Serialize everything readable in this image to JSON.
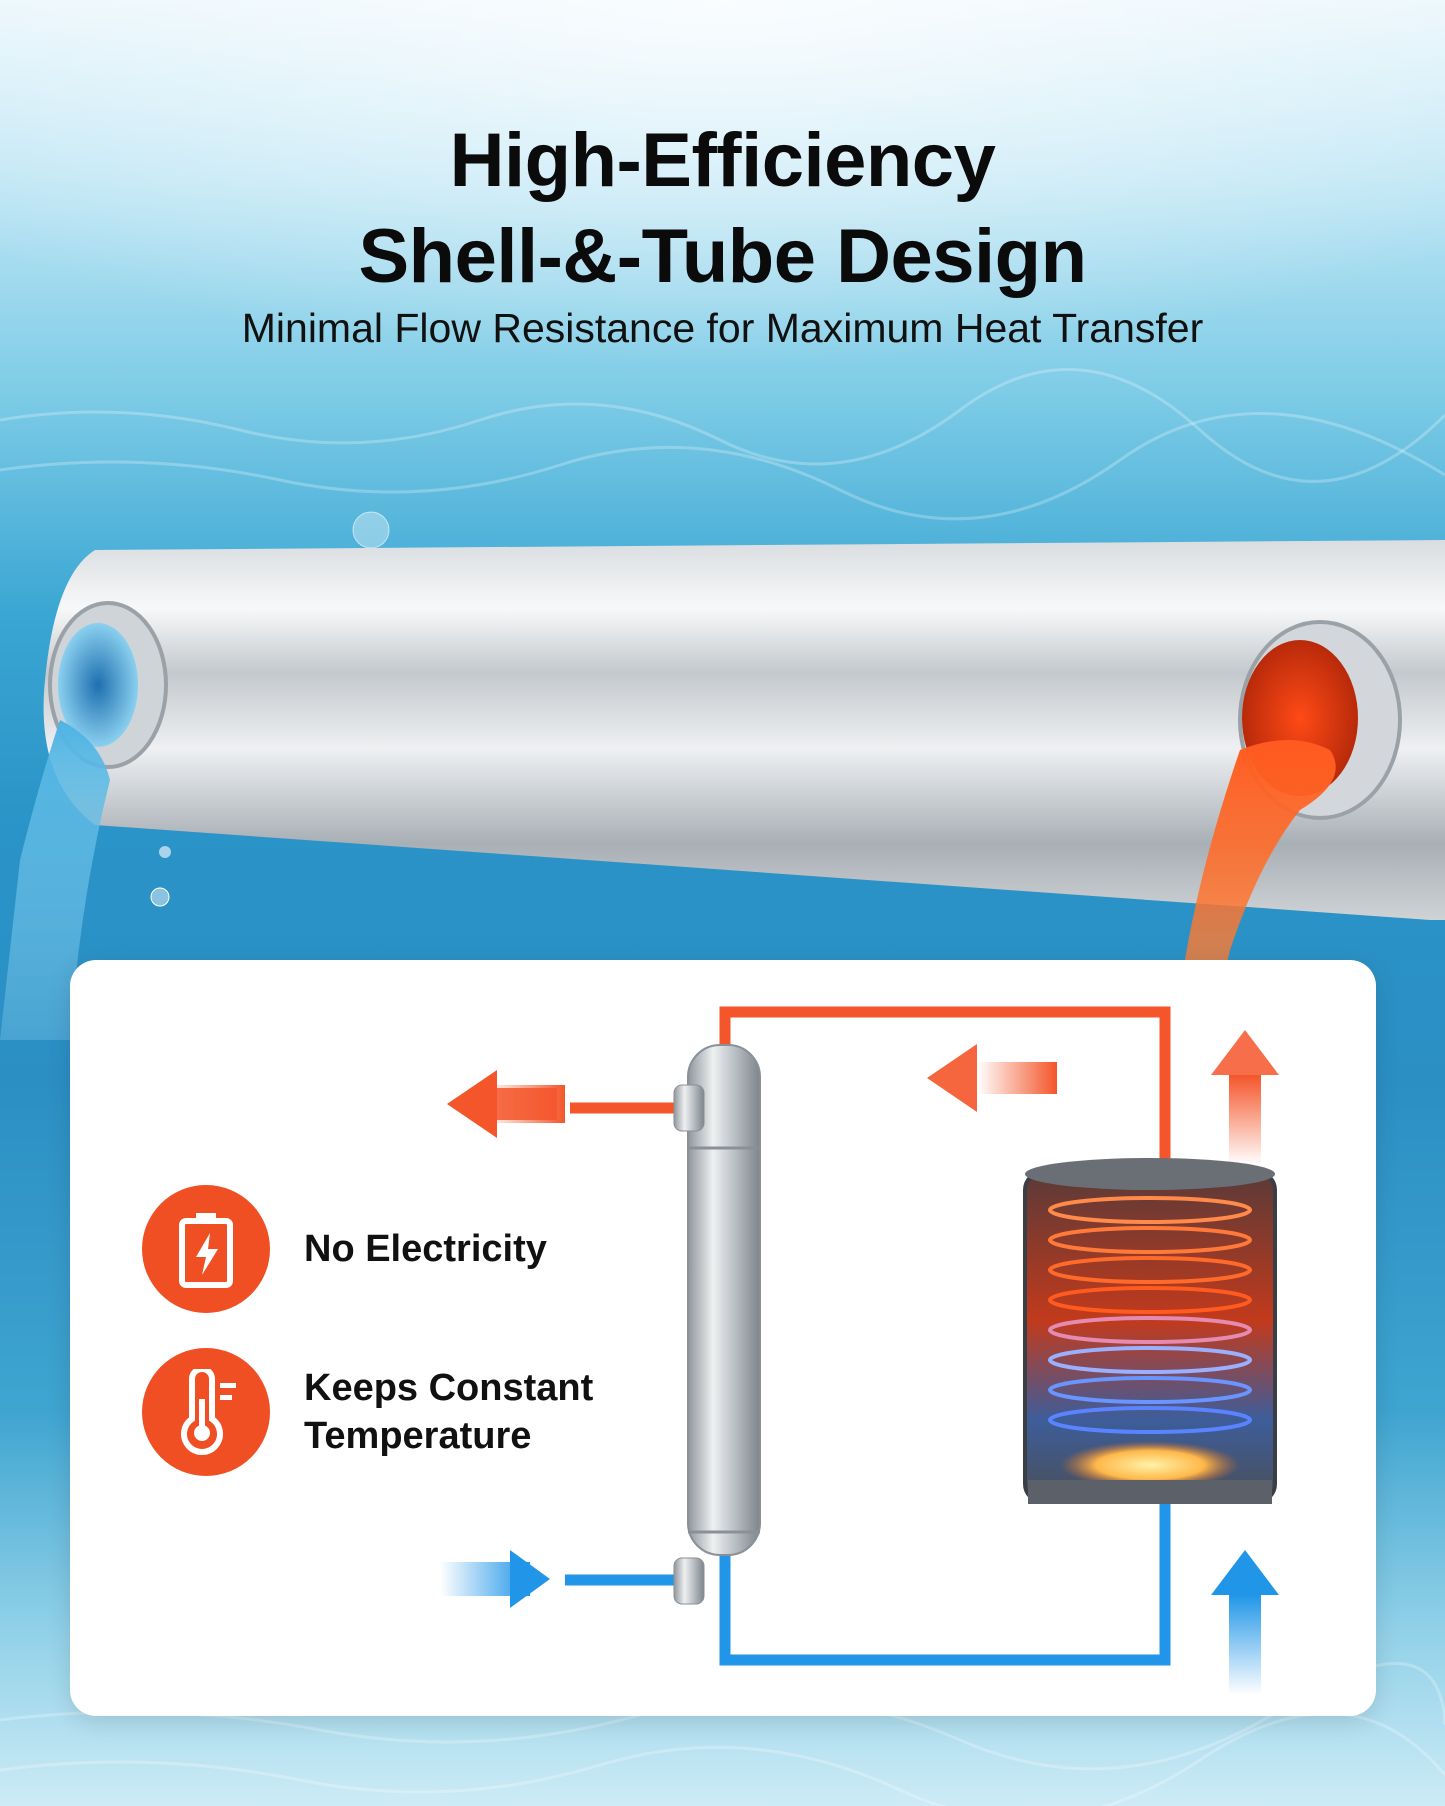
{
  "header": {
    "title_line1": "High-Efficiency",
    "title_line2": "Shell-&-Tube Design",
    "subtitle": "Minimal Flow Resistance for Maximum Heat Transfer"
  },
  "features": [
    {
      "label": "No Electricity",
      "icon": "battery-bolt-icon"
    },
    {
      "label_line1": "Keeps Constant",
      "label_line2": "Temperature",
      "icon": "thermometer-icon"
    }
  ],
  "colors": {
    "accent_orange": "#f04e23",
    "hot_line": "#f4552a",
    "cold_line": "#2196e8",
    "text": "#111111"
  }
}
